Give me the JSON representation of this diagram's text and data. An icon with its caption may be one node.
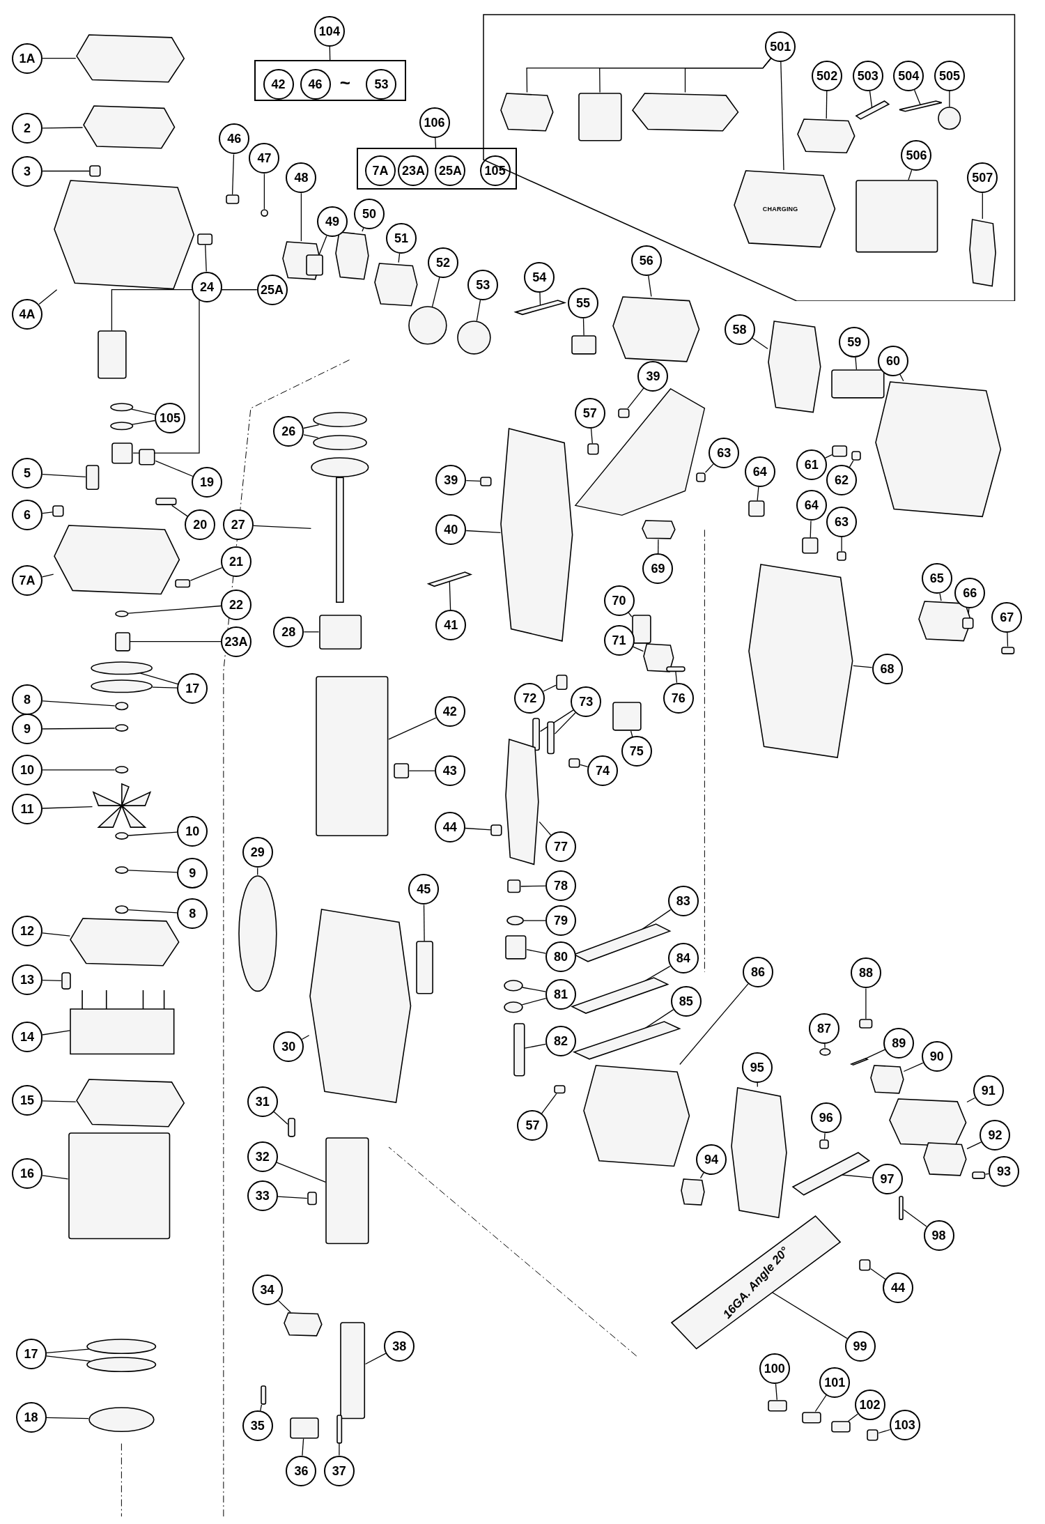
{
  "diagram": {
    "nodes": [
      {
        "text": [
          "1A"
        ]
      },
      {
        "text": [
          "2"
        ]
      },
      {
        "text": [
          "3"
        ]
      },
      {
        "text": [
          "4A"
        ]
      },
      {
        "text": [
          "104"
        ]
      },
      {
        "text": [],
        "shape": "box"
      },
      {
        "text": [
          "42"
        ],
        "in": 5
      },
      {
        "text": [
          "46"
        ],
        "in": 5
      },
      {
        "text": [
          "53"
        ],
        "in": 5
      },
      {
        "text": [
          "106"
        ]
      },
      {
        "text": [],
        "shape": "box"
      },
      {
        "text": [
          "7A"
        ],
        "in": 10
      },
      {
        "text": [
          "23A"
        ],
        "in": 10
      },
      {
        "text": [
          "25A"
        ],
        "in": 10
      },
      {
        "text": [
          "105"
        ],
        "in": 10
      },
      {
        "text": [
          "46"
        ]
      },
      {
        "text": [
          "47"
        ]
      },
      {
        "text": [
          "48"
        ]
      },
      {
        "text": [
          "49"
        ]
      },
      {
        "text": [
          "50"
        ]
      },
      {
        "text": [
          "51"
        ]
      },
      {
        "text": [
          "52"
        ]
      },
      {
        "text": [
          "53"
        ]
      },
      {
        "text": [
          "24"
        ]
      },
      {
        "text": [
          "25A"
        ]
      },
      {
        "text": [
          "105"
        ]
      },
      {
        "text": [
          "5"
        ]
      },
      {
        "text": [
          "19"
        ]
      },
      {
        "text": [
          "6"
        ]
      },
      {
        "text": [
          "20"
        ]
      },
      {
        "text": [
          "7A"
        ]
      },
      {
        "text": [
          "21"
        ]
      },
      {
        "text": [
          "22"
        ]
      },
      {
        "text": [
          "23A"
        ]
      },
      {
        "text": [
          "17"
        ]
      },
      {
        "text": [
          "8"
        ]
      },
      {
        "text": [
          "9"
        ]
      },
      {
        "text": [
          "10"
        ]
      },
      {
        "text": [
          "11"
        ]
      },
      {
        "text": [
          "10"
        ]
      },
      {
        "text": [
          "9"
        ]
      },
      {
        "text": [
          "8"
        ]
      },
      {
        "text": [
          "12"
        ]
      },
      {
        "text": [
          "13"
        ]
      },
      {
        "text": [
          "14"
        ]
      },
      {
        "text": [
          "15"
        ]
      },
      {
        "text": [
          "16"
        ]
      },
      {
        "text": [
          "17"
        ]
      },
      {
        "text": [
          "18"
        ]
      },
      {
        "text": [
          "26"
        ]
      },
      {
        "text": [
          "27"
        ]
      },
      {
        "text": [
          "28"
        ]
      },
      {
        "text": [
          "42"
        ]
      },
      {
        "text": [
          "43"
        ]
      },
      {
        "text": [
          "29"
        ]
      },
      {
        "text": [
          "45"
        ]
      },
      {
        "text": [
          "30"
        ]
      },
      {
        "text": [
          "31"
        ]
      },
      {
        "text": [
          "32"
        ]
      },
      {
        "text": [
          "33"
        ]
      },
      {
        "text": [
          "34"
        ]
      },
      {
        "text": [
          "38"
        ]
      },
      {
        "text": [
          "35"
        ]
      },
      {
        "text": [
          "36"
        ]
      },
      {
        "text": [
          "37"
        ]
      },
      {
        "text": [
          "54"
        ]
      },
      {
        "text": [
          "55"
        ]
      },
      {
        "text": [
          "56"
        ]
      },
      {
        "text": [
          "58"
        ]
      },
      {
        "text": [
          "39"
        ]
      },
      {
        "text": [
          "57"
        ]
      },
      {
        "text": [
          "39"
        ]
      },
      {
        "text": [
          "40"
        ]
      },
      {
        "text": [
          "41"
        ]
      },
      {
        "text": [
          "63"
        ]
      },
      {
        "text": [
          "64"
        ]
      },
      {
        "text": [
          "69"
        ]
      },
      {
        "text": [
          "70"
        ]
      },
      {
        "text": [
          "71"
        ]
      },
      {
        "text": [
          "72"
        ]
      },
      {
        "text": [
          "73"
        ]
      },
      {
        "text": [
          "76"
        ]
      },
      {
        "text": [
          "75"
        ]
      },
      {
        "text": [
          "74"
        ]
      },
      {
        "text": [
          "44"
        ]
      },
      {
        "text": [
          "77"
        ]
      },
      {
        "text": [
          "78"
        ]
      },
      {
        "text": [
          "79"
        ]
      },
      {
        "text": [
          "80"
        ]
      },
      {
        "text": [
          "81"
        ]
      },
      {
        "text": [
          "82"
        ]
      },
      {
        "text": [
          "57"
        ]
      },
      {
        "text": [
          "83"
        ]
      },
      {
        "text": [
          "84"
        ]
      },
      {
        "text": [
          "85"
        ]
      },
      {
        "text": [
          "86"
        ]
      },
      {
        "text": [
          "87"
        ]
      },
      {
        "text": [
          "88"
        ]
      },
      {
        "text": [
          "89"
        ]
      },
      {
        "text": [
          "90"
        ]
      },
      {
        "text": [
          "91"
        ]
      },
      {
        "text": [
          "95"
        ]
      },
      {
        "text": [
          "96"
        ]
      },
      {
        "text": [
          "92"
        ]
      },
      {
        "text": [
          "94"
        ]
      },
      {
        "text": [
          "97"
        ]
      },
      {
        "text": [
          "93"
        ]
      },
      {
        "text": [
          "98"
        ]
      },
      {
        "text": [
          "44"
        ]
      },
      {
        "text": [
          "99"
        ]
      },
      {
        "text": [
          "100"
        ]
      },
      {
        "text": [
          "101"
        ]
      },
      {
        "text": [
          "102"
        ]
      },
      {
        "text": [
          "103"
        ]
      },
      {
        "text": [],
        "shape": "box"
      },
      {
        "text": [
          "501"
        ],
        "in": 114
      },
      {
        "text": [
          "502"
        ],
        "in": 114
      },
      {
        "text": [
          "503"
        ],
        "in": 114
      },
      {
        "text": [
          "504"
        ],
        "in": 114
      },
      {
        "text": [
          "505"
        ],
        "in": 114
      },
      {
        "text": [
          "506"
        ],
        "in": 114
      },
      {
        "text": [
          "507"
        ],
        "in": 114
      },
      {
        "text": [
          "59"
        ]
      },
      {
        "text": [
          "60"
        ]
      },
      {
        "text": [
          "61"
        ]
      },
      {
        "text": [
          "62"
        ]
      },
      {
        "text": [
          "64"
        ]
      },
      {
        "text": [
          "63"
        ]
      },
      {
        "text": [
          "65"
        ]
      },
      {
        "text": [
          "66"
        ]
      },
      {
        "text": [
          "67"
        ]
      },
      {
        "text": [
          "68"
        ]
      },
      {
        "text": [],
        "shape": "box"
      },
      {
        "text": [],
        "shape": "box"
      },
      {
        "text": [],
        "shape": "box"
      },
      {
        "text": [],
        "shape": "box"
      },
      {
        "text": [],
        "shape": "box"
      },
      {
        "text": [],
        "shape": "circle"
      },
      {
        "text": [],
        "shape": "box"
      },
      {
        "text": [],
        "shape": "box"
      },
      {
        "text": [],
        "shape": "box"
      },
      {
        "text": [],
        "shape": "box"
      },
      {
        "text": [],
        "shape": "circle"
      },
      {
        "text": [],
        "shape": "circle"
      },
      {
        "text": [],
        "shape": "box"
      },
      {
        "text": [],
        "shape": "box"
      },
      {
        "text": [],
        "shape": "box"
      },
      {
        "text": [],
        "shape": "circle"
      },
      {
        "text": [],
        "shape": "circle"
      },
      {
        "text": [],
        "shape": "box"
      },
      {
        "text": [],
        "shape": "box"
      },
      {
        "text": [],
        "shape": "box"
      },
      {
        "text": [],
        "shape": "box"
      },
      {
        "text": [],
        "shape": "box"
      },
      {
        "text": [],
        "shape": "box"
      },
      {
        "text": [],
        "shape": "circle"
      },
      {
        "text": [],
        "shape": "box"
      },
      {
        "text": [],
        "shape": "circle"
      },
      {
        "text": [],
        "shape": "circle"
      },
      {
        "text": [],
        "shape": "circle"
      },
      {
        "text": [],
        "shape": "circle"
      },
      {
        "text": [],
        "shape": "circle"
      },
      {
        "text": [],
        "shape": "box"
      },
      {
        "text": [],
        "shape": "circle"
      },
      {
        "text": [],
        "shape": "circle"
      },
      {
        "text": [],
        "shape": "circle"
      },
      {
        "text": [],
        "shape": "box"
      },
      {
        "text": [],
        "shape": "box"
      },
      {
        "text": [],
        "shape": "box"
      },
      {
        "text": [],
        "shape": "box"
      },
      {
        "text": [],
        "shape": "box"
      },
      {
        "text": [],
        "shape": "circle"
      },
      {
        "text": [],
        "shape": "circle"
      },
      {
        "text": [],
        "shape": "circle"
      },
      {
        "text": [],
        "shape": "circle"
      },
      {
        "text": [],
        "shape": "circle"
      },
      {
        "text": [],
        "shape": "box"
      },
      {
        "text": [],
        "shape": "box"
      },
      {
        "text": [],
        "shape": "box"
      },
      {
        "text": [],
        "shape": "box"
      },
      {
        "text": [],
        "shape": "circle"
      },
      {
        "text": [],
        "shape": "box"
      },
      {
        "text": [],
        "shape": "box"
      },
      {
        "text": [],
        "shape": "box"
      },
      {
        "text": [],
        "shape": "box"
      },
      {
        "text": [],
        "shape": "box"
      },
      {
        "text": [],
        "shape": "box"
      },
      {
        "text": [],
        "shape": "box"
      },
      {
        "text": [],
        "shape": "box"
      },
      {
        "text": [],
        "shape": "box"
      },
      {
        "text": [],
        "shape": "box"
      },
      {
        "text": [],
        "shape": "box"
      },
      {
        "text": [],
        "shape": "box"
      },
      {
        "text": [],
        "shape": "box"
      },
      {
        "text": [],
        "shape": "box"
      },
      {
        "text": [],
        "shape": "box"
      },
      {
        "text": [],
        "shape": "box"
      },
      {
        "text": [],
        "shape": "box"
      },
      {
        "text": [],
        "shape": "box"
      },
      {
        "text": [],
        "shape": "box"
      },
      {
        "text": [],
        "shape": "box"
      },
      {
        "text": [],
        "shape": "box"
      },
      {
        "text": [],
        "shape": "box"
      },
      {
        "text": [],
        "shape": "box"
      },
      {
        "text": [],
        "shape": "box"
      },
      {
        "text": [],
        "shape": "box"
      },
      {
        "text": [],
        "shape": "box"
      },
      {
        "text": [],
        "shape": "box"
      },
      {
        "text": [],
        "shape": "box"
      },
      {
        "text": [],
        "shape": "box"
      },
      {
        "text": [],
        "shape": "box"
      },
      {
        "text": [],
        "shape": "box"
      },
      {
        "text": [],
        "shape": "box"
      },
      {
        "text": [],
        "shape": "box"
      },
      {
        "text": [],
        "shape": "circle"
      },
      {
        "text": [],
        "shape": "box"
      },
      {
        "text": [],
        "shape": "circle"
      },
      {
        "text": [],
        "shape": "circle"
      },
      {
        "text": [],
        "shape": "box"
      },
      {
        "text": [],
        "shape": "box"
      },
      {
        "text": [],
        "shape": "box"
      },
      {
        "text": [],
        "shape": "box"
      },
      {
        "text": [],
        "shape": "box"
      },
      {
        "text": [],
        "shape": "box"
      },
      {
        "text": [],
        "shape": "circle"
      },
      {
        "text": [],
        "shape": "box"
      },
      {
        "text": [],
        "shape": "box"
      },
      {
        "text": [],
        "shape": "box"
      },
      {
        "text": [],
        "shape": "box"
      },
      {
        "text": [],
        "shape": "box"
      },
      {
        "text": [],
        "shape": "box"
      },
      {
        "text": [],
        "shape": "box"
      },
      {
        "text": [],
        "shape": "box"
      },
      {
        "text": [],
        "shape": "box"
      },
      {
        "text": [],
        "shape": "box"
      },
      {
        "text": [],
        "shape": "box"
      },
      {
        "text": [],
        "shape": "box"
      },
      {
        "text": [],
        "shape": "box"
      },
      {
        "text": [],
        "shape": "box"
      },
      {
        "text": [],
        "shape": "box"
      },
      {
        "text": [],
        "shape": "box"
      },
      {
        "text": [],
        "shape": "box"
      },
      {
        "text": [],
        "shape": "box",
        "in": 114
      },
      {
        "text": [],
        "shape": "box",
        "in": 114
      },
      {
        "text": [],
        "shape": "box",
        "in": 114
      },
      {
        "text": [],
        "shape": "box",
        "in": 114
      },
      {
        "text": [],
        "shape": "box",
        "in": 114
      },
      {
        "text": [],
        "shape": "box",
        "in": 114
      },
      {
        "text": [],
        "shape": "box",
        "in": 114
      },
      {
        "text": [],
        "shape": "circle",
        "in": 114
      },
      {
        "text": [],
        "shape": "box",
        "in": 114
      },
      {
        "text": [],
        "shape": "box",
        "in": 114
      },
      {
        "text": [],
        "shape": "box"
      },
      {
        "text": [],
        "shape": "box"
      },
      {
        "text": [],
        "shape": "box"
      },
      {
        "text": [],
        "shape": "box"
      },
      {
        "text": [],
        "shape": "box"
      },
      {
        "text": [],
        "shape": "box"
      },
      {
        "text": [],
        "shape": "box"
      },
      {
        "text": [],
        "shape": "box"
      },
      {
        "text": [],
        "shape": "box"
      },
      {
        "text": [],
        "shape": "box"
      }
    ],
    "edges": [
      {
        "from": 0,
        "to": 132,
        "arrow": "none"
      },
      {
        "from": 1,
        "to": 133,
        "arrow": "none"
      },
      {
        "from": 2,
        "to": 134,
        "arrow": "none"
      },
      {
        "from": 3,
        "to": 135,
        "arrow": "none"
      },
      {
        "from": 4,
        "to": 5,
        "arrow": "none"
      },
      {
        "from": 9,
        "to": 10,
        "arrow": "none"
      },
      {
        "from": 15,
        "to": 136,
        "arrow": "none"
      },
      {
        "from": 16,
        "to": 137,
        "arrow": "none"
      },
      {
        "from": 17,
        "to": 138,
        "arrow": "none"
      },
      {
        "from": 18,
        "to": 139,
        "arrow": "none"
      },
      {
        "from": 19,
        "to": 140,
        "arrow": "none"
      },
      {
        "from": 20,
        "to": 141,
        "arrow": "none"
      },
      {
        "from": 21,
        "to": 142,
        "arrow": "none"
      },
      {
        "from": 22,
        "to": 143,
        "arrow": "none"
      },
      {
        "from": 23,
        "to": 144,
        "arrow": "none"
      },
      {
        "from": 24,
        "to": 145,
        "arrow": "none"
      },
      {
        "from": 24,
        "to": 146,
        "arrow": "none"
      },
      {
        "from": 25,
        "to": 147,
        "arrow": "none"
      },
      {
        "from": 25,
        "to": 148,
        "arrow": "none"
      },
      {
        "from": 26,
        "to": 149,
        "arrow": "none"
      },
      {
        "from": 27,
        "to": 150,
        "arrow": "none"
      },
      {
        "from": 28,
        "to": 151,
        "arrow": "none"
      },
      {
        "from": 29,
        "to": 152,
        "arrow": "none"
      },
      {
        "from": 30,
        "to": 153,
        "arrow": "none"
      },
      {
        "from": 31,
        "to": 154,
        "arrow": "none"
      },
      {
        "from": 32,
        "to": 155,
        "arrow": "none"
      },
      {
        "from": 33,
        "to": 156,
        "arrow": "none"
      },
      {
        "from": 34,
        "to": 157,
        "arrow": "none"
      },
      {
        "from": 34,
        "to": 158,
        "arrow": "none"
      },
      {
        "from": 35,
        "to": 159,
        "arrow": "none"
      },
      {
        "from": 36,
        "to": 160,
        "arrow": "none"
      },
      {
        "from": 37,
        "to": 161,
        "arrow": "none"
      },
      {
        "from": 38,
        "to": 162,
        "arrow": "none"
      },
      {
        "from": 39,
        "to": 163,
        "arrow": "none"
      },
      {
        "from": 40,
        "to": 164,
        "arrow": "none"
      },
      {
        "from": 41,
        "to": 165,
        "arrow": "none"
      },
      {
        "from": 42,
        "to": 166,
        "arrow": "none"
      },
      {
        "from": 43,
        "to": 167,
        "arrow": "none"
      },
      {
        "from": 44,
        "to": 168,
        "arrow": "none"
      },
      {
        "from": 45,
        "to": 169,
        "arrow": "none"
      },
      {
        "from": 46,
        "to": 170,
        "arrow": "none"
      },
      {
        "from": 47,
        "to": 171,
        "arrow": "none"
      },
      {
        "from": 47,
        "to": 172,
        "arrow": "none"
      },
      {
        "from": 48,
        "to": 173,
        "arrow": "none"
      },
      {
        "from": 49,
        "to": 174,
        "arrow": "none"
      },
      {
        "from": 49,
        "to": 175,
        "arrow": "none"
      },
      {
        "from": 50,
        "to": 176,
        "arrow": "none"
      },
      {
        "from": 51,
        "to": 177,
        "arrow": "none"
      },
      {
        "from": 52,
        "to": 178,
        "arrow": "none"
      },
      {
        "from": 53,
        "to": 179,
        "arrow": "none"
      },
      {
        "from": 54,
        "to": 180,
        "arrow": "none"
      },
      {
        "from": 55,
        "to": 181,
        "arrow": "none"
      },
      {
        "from": 56,
        "to": 182,
        "arrow": "none"
      },
      {
        "from": 57,
        "to": 183,
        "arrow": "none"
      },
      {
        "from": 58,
        "to": 184,
        "arrow": "none"
      },
      {
        "from": 59,
        "to": 185,
        "arrow": "none"
      },
      {
        "from": 60,
        "to": 186,
        "arrow": "none"
      },
      {
        "from": 61,
        "to": 187,
        "arrow": "none"
      },
      {
        "from": 62,
        "to": 188,
        "arrow": "none"
      },
      {
        "from": 63,
        "to": 189,
        "arrow": "none"
      },
      {
        "from": 64,
        "to": 190,
        "arrow": "none"
      },
      {
        "from": 65,
        "to": 191,
        "arrow": "none"
      },
      {
        "from": 66,
        "to": 192,
        "arrow": "none"
      },
      {
        "from": 67,
        "to": 193,
        "arrow": "none"
      },
      {
        "from": 68,
        "to": 194,
        "arrow": "none"
      },
      {
        "from": 69,
        "to": 195,
        "arrow": "none"
      },
      {
        "from": 70,
        "to": 196,
        "arrow": "none"
      },
      {
        "from": 71,
        "to": 197,
        "arrow": "none"
      },
      {
        "from": 72,
        "to": 198,
        "arrow": "none"
      },
      {
        "from": 73,
        "to": 199,
        "arrow": "none"
      },
      {
        "from": 74,
        "to": 200,
        "arrow": "none"
      },
      {
        "from": 75,
        "to": 201,
        "arrow": "none"
      },
      {
        "from": 76,
        "to": 202,
        "arrow": "none"
      },
      {
        "from": 77,
        "to": 203,
        "arrow": "none"
      },
      {
        "from": 78,
        "to": 204,
        "arrow": "none"
      },
      {
        "from": 79,
        "to": 205,
        "arrow": "none"
      },
      {
        "from": 80,
        "to": 206,
        "arrow": "none"
      },
      {
        "from": 80,
        "to": 207,
        "arrow": "none"
      },
      {
        "from": 81,
        "to": 208,
        "arrow": "none"
      },
      {
        "from": 82,
        "to": 209,
        "arrow": "none"
      },
      {
        "from": 83,
        "to": 210,
        "arrow": "none"
      },
      {
        "from": 84,
        "to": 211,
        "arrow": "none"
      },
      {
        "from": 85,
        "to": 212,
        "arrow": "none"
      },
      {
        "from": 86,
        "to": 213,
        "arrow": "none"
      },
      {
        "from": 87,
        "to": 214,
        "arrow": "none"
      },
      {
        "from": 88,
        "to": 215,
        "arrow": "none"
      },
      {
        "from": 89,
        "to": 216,
        "arrow": "none"
      },
      {
        "from": 89,
        "to": 217,
        "arrow": "none"
      },
      {
        "from": 90,
        "to": 218,
        "arrow": "none"
      },
      {
        "from": 91,
        "to": 219,
        "arrow": "none"
      },
      {
        "from": 92,
        "to": 220,
        "arrow": "none"
      },
      {
        "from": 93,
        "to": 221,
        "arrow": "none"
      },
      {
        "from": 94,
        "to": 222,
        "arrow": "none"
      },
      {
        "from": 95,
        "to": 223,
        "arrow": "none"
      },
      {
        "from": 96,
        "to": 224,
        "arrow": "none"
      },
      {
        "from": 97,
        "to": 225,
        "arrow": "none"
      },
      {
        "from": 98,
        "to": 226,
        "arrow": "none"
      },
      {
        "from": 99,
        "to": 227,
        "arrow": "none"
      },
      {
        "from": 100,
        "to": 228,
        "arrow": "none"
      },
      {
        "from": 101,
        "to": 229,
        "arrow": "none"
      },
      {
        "from": 102,
        "to": 230,
        "arrow": "none"
      },
      {
        "from": 103,
        "to": 231,
        "arrow": "none"
      },
      {
        "from": 104,
        "to": 232,
        "arrow": "none"
      },
      {
        "from": 105,
        "to": 233,
        "arrow": "none"
      },
      {
        "from": 106,
        "to": 234,
        "arrow": "none"
      },
      {
        "from": 107,
        "to": 235,
        "arrow": "none"
      },
      {
        "from": 108,
        "to": 236,
        "arrow": "none"
      },
      {
        "from": 109,
        "to": 237,
        "arrow": "none"
      },
      {
        "from": 110,
        "to": 238,
        "arrow": "none"
      },
      {
        "from": 111,
        "to": 239,
        "arrow": "none"
      },
      {
        "from": 112,
        "to": 240,
        "arrow": "none"
      },
      {
        "from": 113,
        "to": 241,
        "arrow": "none"
      },
      {
        "from": 115,
        "to": 242,
        "arrow": "none"
      },
      {
        "from": 115,
        "to": 243,
        "arrow": "none"
      },
      {
        "from": 115,
        "to": 244,
        "arrow": "none"
      },
      {
        "from": 115,
        "to": 245,
        "arrow": "none"
      },
      {
        "from": 116,
        "to": 246,
        "arrow": "none"
      },
      {
        "from": 117,
        "to": 247,
        "arrow": "none"
      },
      {
        "from": 118,
        "to": 248,
        "arrow": "none"
      },
      {
        "from": 119,
        "to": 249,
        "arrow": "none"
      },
      {
        "from": 120,
        "to": 250,
        "arrow": "none"
      },
      {
        "from": 121,
        "to": 251,
        "arrow": "none"
      },
      {
        "from": 122,
        "to": 252,
        "arrow": "none"
      },
      {
        "from": 123,
        "to": 253,
        "arrow": "none"
      },
      {
        "from": 124,
        "to": 254,
        "arrow": "none"
      },
      {
        "from": 125,
        "to": 255,
        "arrow": "none"
      },
      {
        "from": 126,
        "to": 256,
        "arrow": "none"
      },
      {
        "from": 127,
        "to": 257,
        "arrow": "none"
      },
      {
        "from": 128,
        "to": 258,
        "arrow": "none"
      },
      {
        "from": 129,
        "to": 259,
        "arrow": "none"
      },
      {
        "from": 130,
        "to": 260,
        "arrow": "none"
      },
      {
        "from": 131,
        "to": 261,
        "arrow": "none"
      }
    ],
    "labels": [
      "~",
      "CHARGING",
      "16GA. Angle 20°"
    ]
  }
}
